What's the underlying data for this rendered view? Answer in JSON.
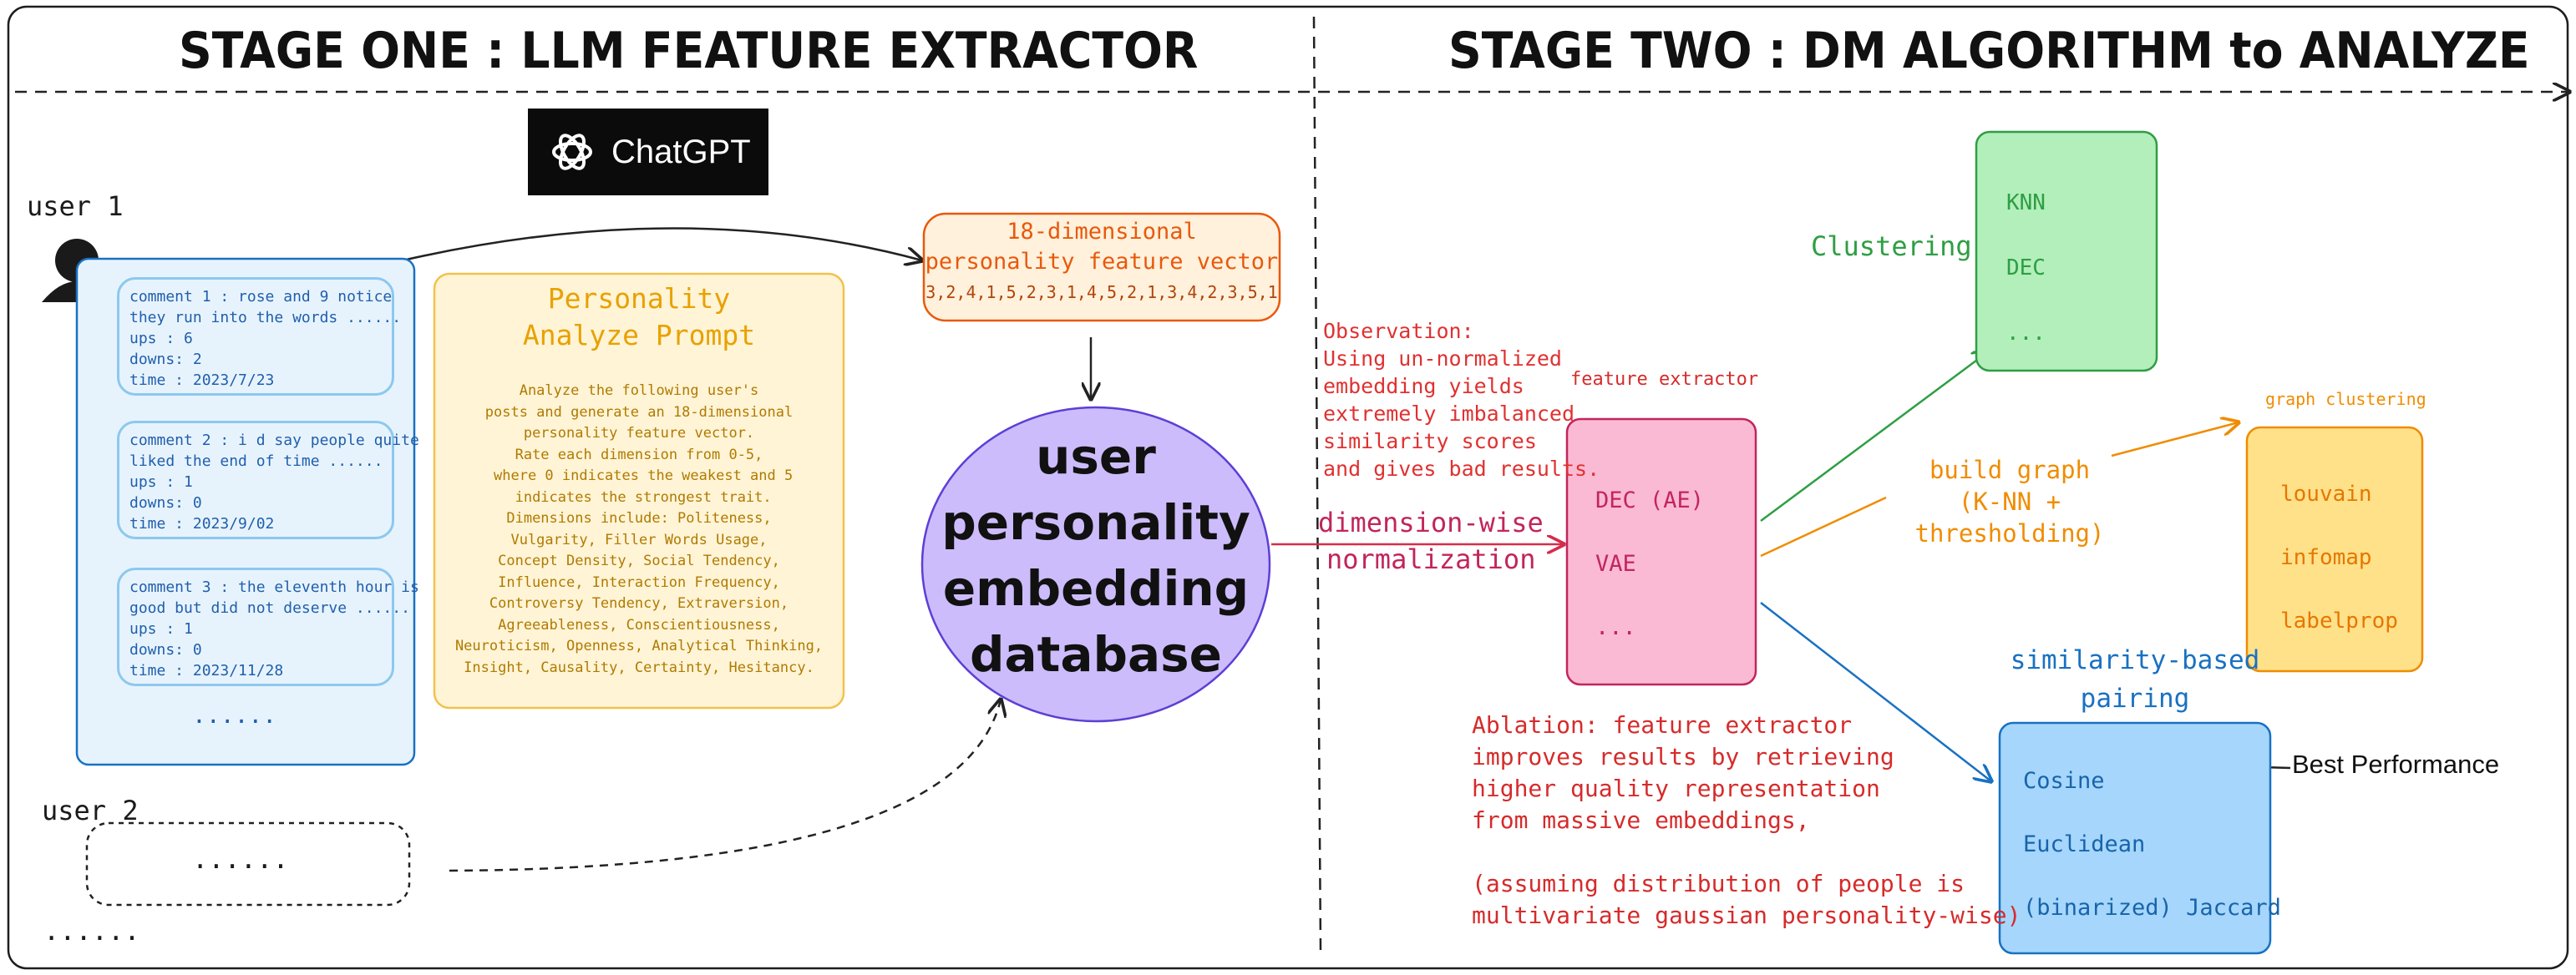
{
  "stage_one": {
    "title": "STAGE ONE : LLM FEATURE EXTRACTOR"
  },
  "stage_two": {
    "title": "STAGE TWO : DM ALGORITHM to ANALYZE"
  },
  "chatgpt": {
    "label": "ChatGPT",
    "icon": "openai-logo-icon"
  },
  "users": [
    {
      "label": "user 1"
    },
    {
      "label": "user 2",
      "placeholder": "......"
    }
  ],
  "more_users": "......",
  "comments": [
    {
      "line1": "comment 1 : rose and 9 notice",
      "line2": "they run into the words ......",
      "ups": "ups : 6",
      "downs": "downs: 2",
      "time": "time : 2023/7/23"
    },
    {
      "line1": "comment 2 : i d say people quite",
      "line2": " liked the end of time ......",
      "ups": "ups : 1",
      "downs": "downs: 0",
      "time": "time : 2023/9/02"
    },
    {
      "line1": "comment 3 : the eleventh hour is",
      "line2": " good  but did not deserve ......",
      "ups": "ups : 1",
      "downs": "downs: 0",
      "time": "time : 2023/11/28"
    }
  ],
  "comments_more": "......",
  "prompt": {
    "title_line1": "Personality",
    "title_line2": "Analyze Prompt",
    "body": "Analyze the following user's\nposts and generate an 18-dimensional\npersonality feature vector.\nRate each dimension from 0-5,\n where 0 indicates the weakest and 5\n indicates the strongest trait.\nDimensions include: Politeness,\nVulgarity, Filler Words Usage,\nConcept Density, Social Tendency,\nInfluence, Interaction Frequency,\nControversy Tendency, Extraversion,\nAgreeableness, Conscientiousness,\nNeuroticism, Openness, Analytical Thinking,\nInsight, Causality, Certainty, Hesitancy."
  },
  "vector": {
    "title_line1": "18-dimensional",
    "title_line2": "personality feature vector",
    "values": "3,2,4,1,5,2,3,1,4,5,2,1,3,4,2,3,5,1"
  },
  "database": {
    "line1": "user",
    "line2": "personality",
    "line3": "embedding",
    "line4": "database"
  },
  "observation": {
    "lines": [
      "Observation:",
      "Using un-normalized",
      "embedding yields",
      "extremely imbalanced",
      "similarity scores",
      "and gives bad results."
    ]
  },
  "normalization": {
    "line1": "dimension-wise",
    "line2": "normalization"
  },
  "feature_extractor": {
    "label": "feature extractor",
    "items": [
      "DEC (AE)",
      "VAE",
      "..."
    ]
  },
  "clustering": {
    "label": "Clustering",
    "items": [
      "KNN",
      "DEC",
      "..."
    ]
  },
  "graph": {
    "build_line1": "build graph",
    "build_line2": "(K-NN + thresholding)",
    "label": "graph clustering",
    "items": [
      "louvain",
      "infomap",
      "labelprop"
    ]
  },
  "similarity": {
    "label_line1": "similarity-based",
    "label_line2": "pairing",
    "items": [
      "Cosine",
      "Euclidean",
      "(binarized) Jaccard"
    ],
    "best": "Best Performance"
  },
  "ablation": {
    "lines": [
      "Ablation: feature extractor",
      "improves results by retrieving",
      "higher quality representation",
      "from massive embeddings,",
      "",
      "(assuming distribution of people is",
      "multivariate gaussian personality-wise)"
    ]
  },
  "colors": {
    "blue_box": "#e7f3fc",
    "yellow_box": "#fff4d6",
    "orange_box": "#fff1dc",
    "purple_db": "#cdbcfb",
    "pink_box": "#fbbad4",
    "green_box": "#b2efbb",
    "gold_box": "#ffe18a",
    "sky_box": "#a6d6fb",
    "red_text": "#d62b2b"
  }
}
